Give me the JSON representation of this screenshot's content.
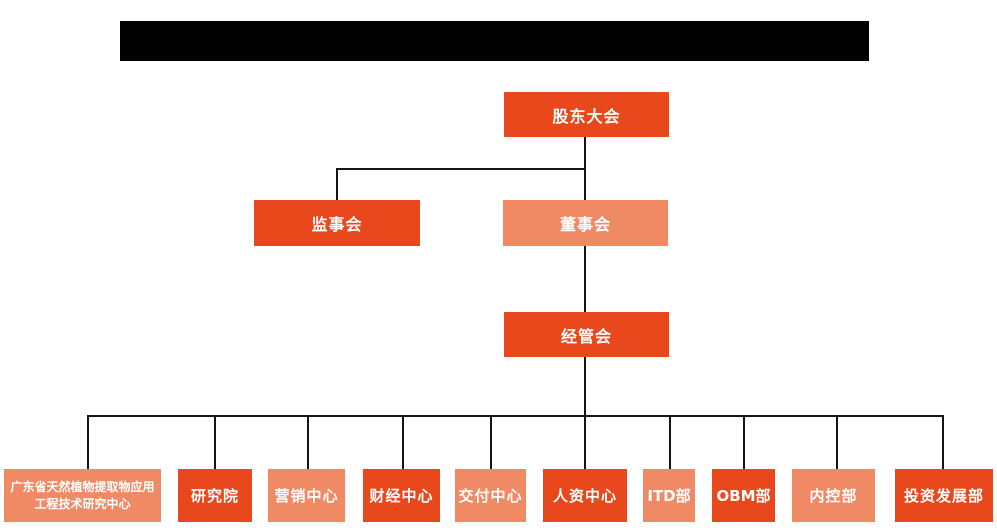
{
  "title_bar": {
    "redacted": true,
    "color": "#000000"
  },
  "colors": {
    "primary_dark": "#e8481c",
    "primary_light": "#ef8a64",
    "line": "#141414",
    "text": "#ffffff",
    "background": "#ffffff"
  },
  "org": {
    "level1": {
      "label": "股东大会",
      "tone": "dark"
    },
    "level2": [
      {
        "label": "监事会",
        "tone": "dark"
      },
      {
        "label": "董事会",
        "tone": "light"
      }
    ],
    "level3": {
      "label": "经管会",
      "tone": "dark"
    },
    "departments": [
      {
        "label": "广东省天然植物提取物应用工程技术研究中心",
        "tone": "light"
      },
      {
        "label": "研究院",
        "tone": "dark"
      },
      {
        "label": "营销中心",
        "tone": "light"
      },
      {
        "label": "财经中心",
        "tone": "dark"
      },
      {
        "label": "交付中心",
        "tone": "light"
      },
      {
        "label": "人资中心",
        "tone": "dark"
      },
      {
        "label": "ITD部",
        "tone": "light"
      },
      {
        "label": "OBM部",
        "tone": "dark"
      },
      {
        "label": "内控部",
        "tone": "light"
      },
      {
        "label": "投资发展部",
        "tone": "dark"
      }
    ]
  }
}
